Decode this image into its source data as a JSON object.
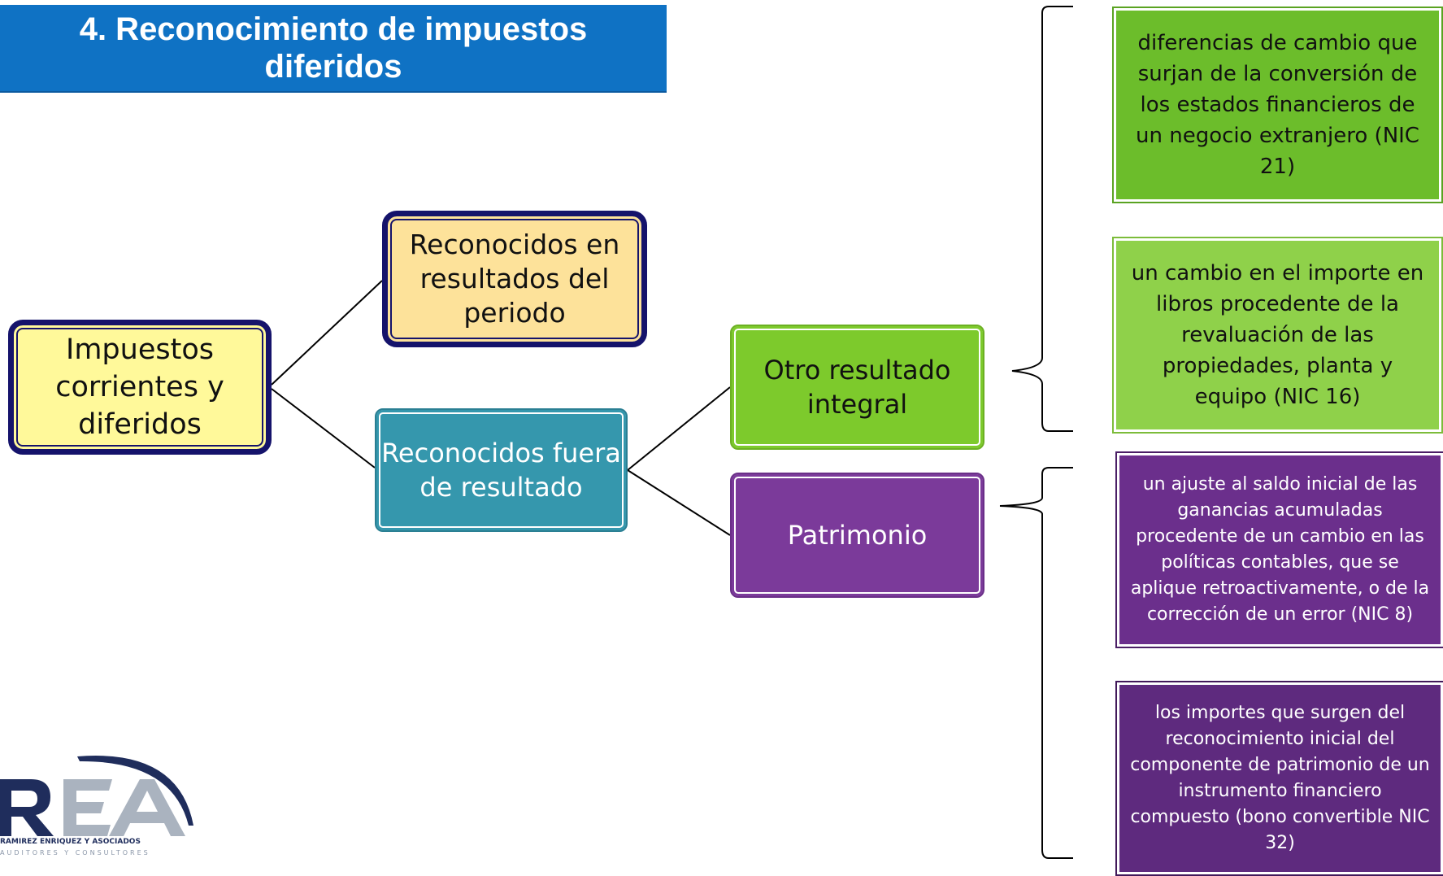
{
  "title": "4. Reconocimiento de impuestos diferidos",
  "nodes": {
    "root": "Impuestos corrientes  y diferidos",
    "in_results": "Reconocidos en resultados del periodo",
    "outside_results": "Reconocidos  fuera de resultado",
    "oci": "Otro resultado integral",
    "equity": "Patrimonio"
  },
  "details": {
    "oci_1": "diferencias de cambio que surjan de la conversión de los estados financieros de un negocio extranjero (NIC 21)",
    "oci_2": "un cambio en el importe en libros procedente de la revaluación de las propiedades, planta y equipo (NIC 16)",
    "equity_1": "un ajuste al saldo inicial de las ganancias acumuladas procedente de un cambio en las políticas contables, que se aplique retroactivamente, o de la corrección de un error (NIC 8)",
    "equity_2": "los importes que surgen del reconocimiento inicial del componente de patrimonio de un instrumento financiero compuesto (bono convertible NIC 32)"
  },
  "logo": {
    "text": "REA",
    "tagline": "RAMÍREZ ENRÍQUEZ Y ASOCIADOS",
    "subtagline": "AUDITORES Y CONSULTORES"
  },
  "colors": {
    "banner": "#0f72c4",
    "root": "#fff99a",
    "in_results": "#fde29a",
    "outside_results": "#3597ad",
    "oci": "#7dca2c",
    "equity": "#7b3a9a",
    "navy_border": "#15136b"
  }
}
